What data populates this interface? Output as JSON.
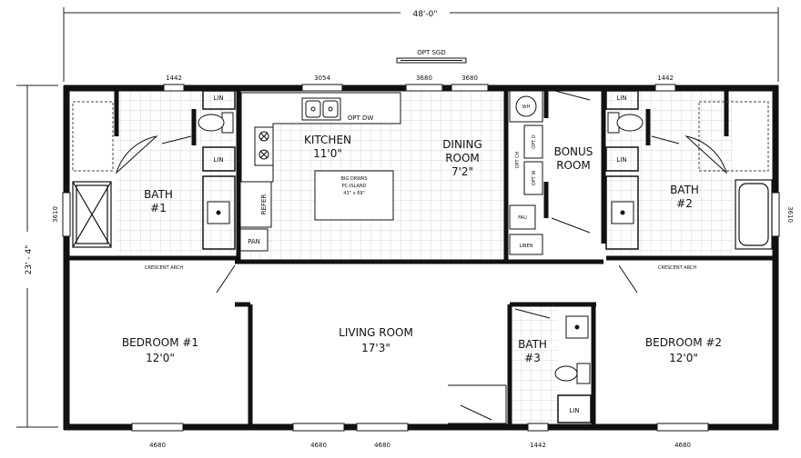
{
  "dimensions": {
    "overall_width": "48'-0\"",
    "overall_depth": "23' - 4\"",
    "opt_sgd": "OPT SGD"
  },
  "windows": {
    "top": [
      "1442",
      "3054",
      "3680",
      "3680",
      "1442"
    ],
    "left": "3610",
    "right": "3610",
    "bottom": [
      "4680",
      "4680",
      "4680",
      "1442",
      "4680"
    ]
  },
  "rooms": {
    "kitchen": {
      "name": "KITCHEN",
      "size": "11'0\""
    },
    "dining": {
      "name1": "DINING",
      "name2": "ROOM",
      "size": "7'2\""
    },
    "bonus": {
      "name1": "BONUS",
      "name2": "ROOM"
    },
    "bath1": {
      "name": "BATH",
      "num": "#1"
    },
    "bath2": {
      "name": "BATH",
      "num": "#2"
    },
    "bath3": {
      "name": "BATH",
      "num": "#3"
    },
    "bedroom1": {
      "name": "BEDROOM #1",
      "size": "12'0\""
    },
    "bedroom2": {
      "name": "BEDROOM #2",
      "size": "12'0\""
    },
    "living": {
      "name": "LIVING ROOM",
      "size": "17'3\""
    }
  },
  "fixtures": {
    "lin": "LIN",
    "wh": "WH",
    "opt_dw": "OPT DW",
    "refer": "REFER",
    "pan": "PAN",
    "fau": "FAU",
    "linen": "LINEN",
    "opt_d": "OPT D",
    "opt_w": "OPT W",
    "opt_ch": "OPT CH",
    "island1": "BIG DRWRS",
    "island2": "PC-ISLAND",
    "island3": "43\" x 69\"",
    "crescent_arch": "CRESCENT ARCH"
  }
}
